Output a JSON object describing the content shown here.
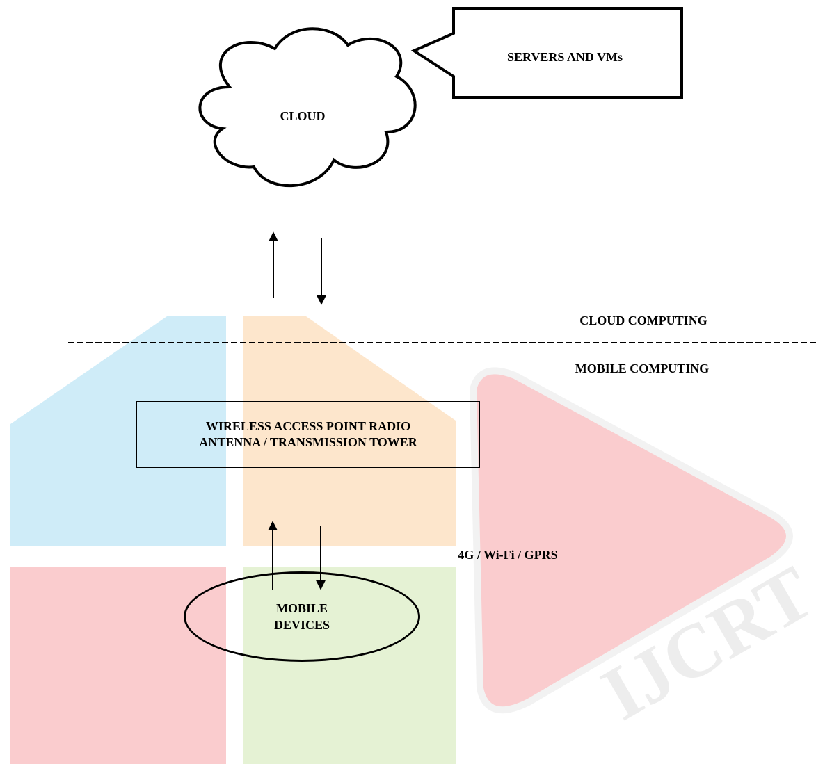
{
  "cloud": {
    "label": "CLOUD"
  },
  "callout": {
    "label": "SERVERS AND VMs"
  },
  "separator": {
    "upper_label": "CLOUD COMPUTING",
    "lower_label": "MOBILE COMPUTING"
  },
  "access_point": {
    "line1": "WIRELESS ACCESS POINT RADIO",
    "line2": "ANTENNA / TRANSMISSION TOWER"
  },
  "link": {
    "label": "4G / Wi-Fi / GPRS"
  },
  "mobile": {
    "line1": "MOBILE",
    "line2": "DEVICES"
  },
  "watermark": {
    "text": "IJCRT",
    "colors": [
      "#29abe2",
      "#f7931e",
      "#ed1c24",
      "#8cc63f"
    ]
  }
}
